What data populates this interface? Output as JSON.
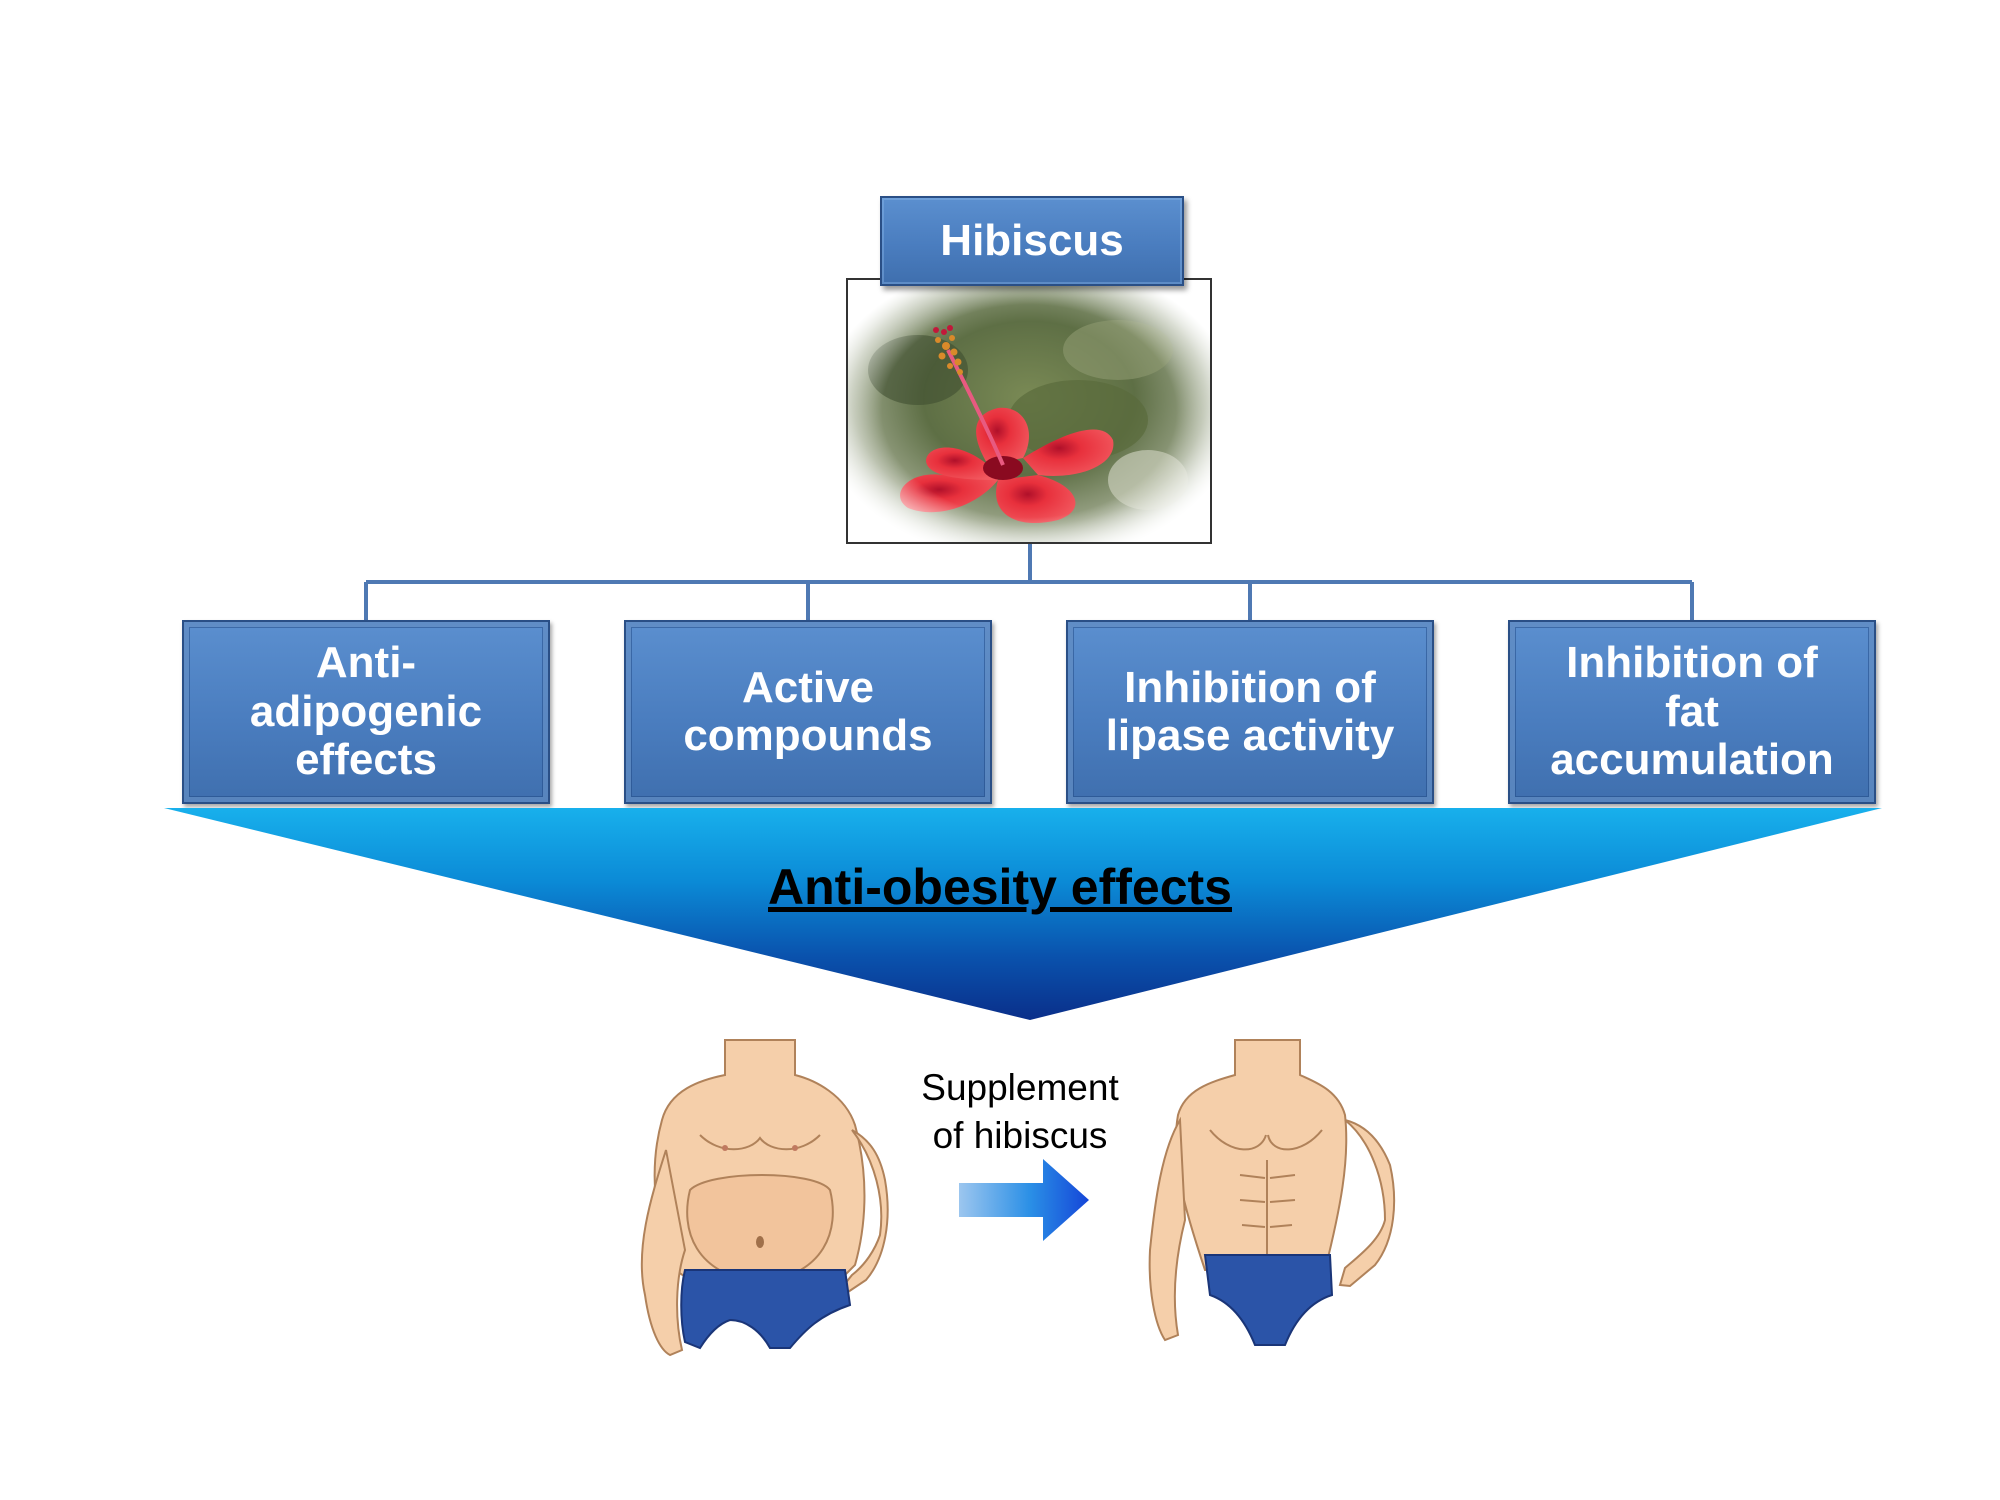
{
  "root": {
    "label": "Hibiscus"
  },
  "effects": [
    {
      "label": "Anti-\nadipogenic\neffects"
    },
    {
      "label": "Active\ncompounds"
    },
    {
      "label": "Inhibition of\nlipase activity"
    },
    {
      "label": "Inhibition of\nfat\naccumulation"
    }
  ],
  "summary": {
    "label": "Anti-obesity effects"
  },
  "transition": {
    "label": "Supplement\nof hibiscus"
  },
  "icons": {
    "flower": "hibiscus-flower-photo",
    "before": "overweight-man-figure",
    "after": "muscular-man-figure",
    "arrow": "right-arrow-icon"
  },
  "colors": {
    "box_fill": "#4a7dbf",
    "box_border": "#2a4f86",
    "connector": "#4f79b3",
    "funnel_top": "#18b0ec",
    "funnel_bottom": "#0a2f8a",
    "flower_red": "#e8303c",
    "briefs": "#2b54a8",
    "skin": "#f5cfaa"
  }
}
